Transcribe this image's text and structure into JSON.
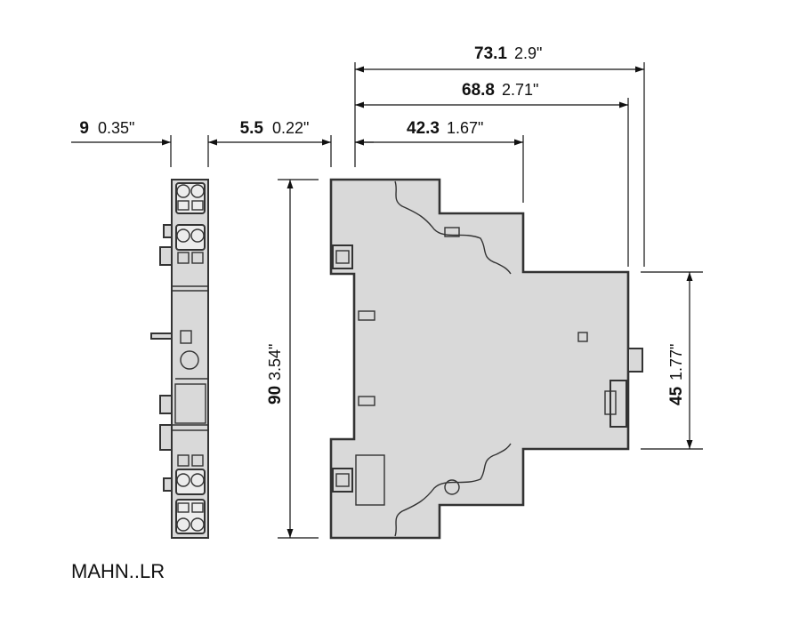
{
  "dimensions": {
    "overall_width": {
      "mm": "73.1",
      "inch": "2.9\""
    },
    "rail_width": {
      "mm": "68.8",
      "inch": "2.71\""
    },
    "front_depth": {
      "mm": "42.3",
      "inch": "1.67\""
    },
    "side_width": {
      "mm": "9",
      "inch": "0.35\""
    },
    "gap": {
      "mm": "5.5",
      "inch": "0.22\""
    },
    "height": {
      "mm": "90",
      "inch": "3.54\""
    },
    "front_height": {
      "mm": "45",
      "inch": "1.77\""
    }
  },
  "caption": "MAHN..LR"
}
